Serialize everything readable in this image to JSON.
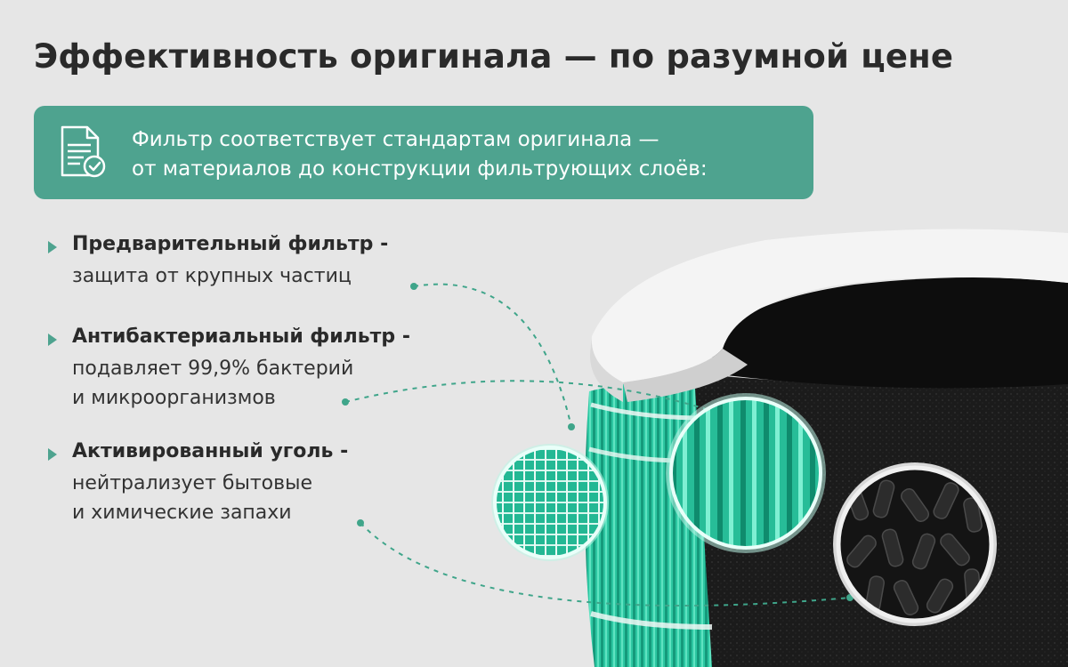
{
  "title": "Эффективность оригинала — по разумной цене",
  "banner": {
    "icon": "certificate-document-icon",
    "line1": "Фильтр соответствует стандартам оригинала  —",
    "line2": "от материалов до конструкции фильтрующих слоёв:"
  },
  "features": [
    {
      "title": "Предварительный фильтр -",
      "desc": [
        "защита от крупных частиц"
      ]
    },
    {
      "title": "Антибактериальный фильтр -",
      "desc": [
        "подавляет 99,9% бактерий",
        "и микроорганизмов"
      ]
    },
    {
      "title": "Активированный уголь -",
      "desc": [
        "нейтрализует бытовые",
        "и химические запахи"
      ]
    }
  ],
  "colors": {
    "background": "#e6e6e6",
    "accent": "#4ea38f",
    "filter_green": "#2cc8a3",
    "carbon": "#1a1a1a"
  }
}
